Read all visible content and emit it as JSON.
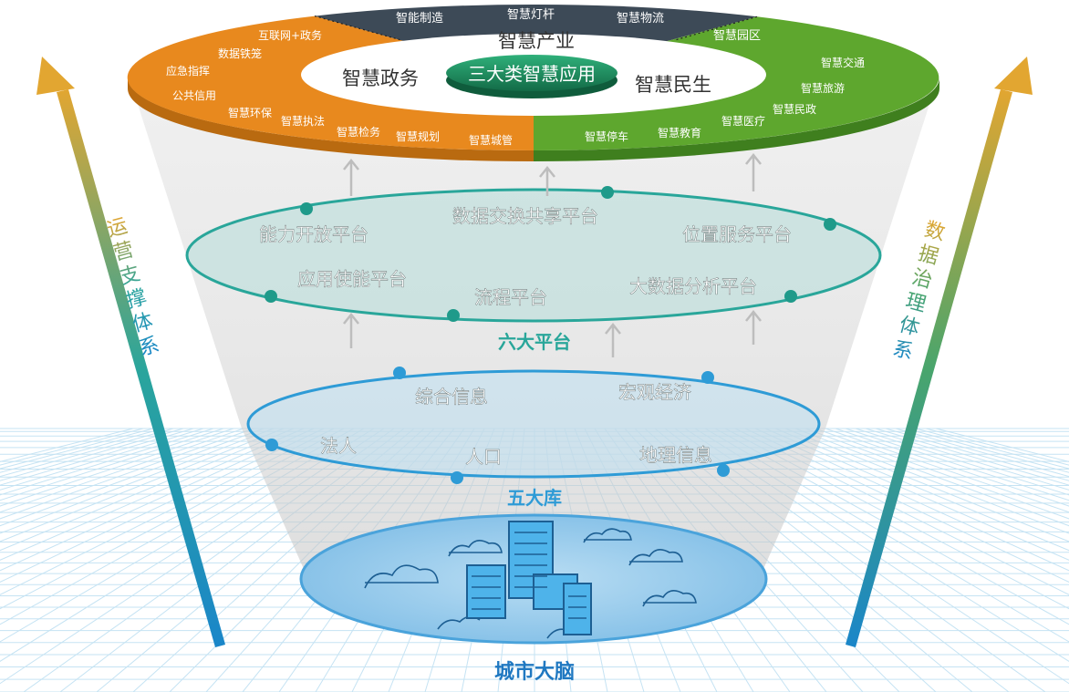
{
  "top": {
    "center_label": "三大类智慧应用",
    "sectors": {
      "industry": {
        "title": "智慧产业",
        "items": [
          "智能制造",
          "智慧灯杆",
          "智慧物流",
          "智慧园区"
        ]
      },
      "government": {
        "title": "智慧政务",
        "items": [
          "互联网+政务",
          "数据铁笼",
          "应急指挥",
          "公共信用",
          "智慧环保",
          "智慧执法",
          "智慧检务",
          "智慧规划",
          "智慧城管"
        ]
      },
      "livelihood": {
        "title": "智慧民生",
        "items": [
          "智慧交通",
          "智慧旅游",
          "智慧民政",
          "智慧医疗",
          "智慧教育",
          "智慧停车"
        ]
      }
    }
  },
  "platforms": {
    "title": "六大平台",
    "items": [
      "能力开放平台",
      "数据交换共享平台",
      "位置服务平台",
      "应用使能平台",
      "流程平台",
      "大数据分析平台"
    ]
  },
  "databases": {
    "title": "五大库",
    "items": [
      "综合信息",
      "宏观经济",
      "法人",
      "人口",
      "地理信息"
    ]
  },
  "base": {
    "title": "城市大脑"
  },
  "side_left": {
    "label": "运营支撑体系"
  },
  "side_right": {
    "label": "数据治理体系"
  },
  "colors": {
    "government": "#e8891e",
    "livelihood": "#5ea72e",
    "industry": "#3d4a57",
    "center": "#1c8a5e",
    "platform": "#29a69a",
    "database": "#2e9bd6",
    "base": "#3a98d4"
  }
}
